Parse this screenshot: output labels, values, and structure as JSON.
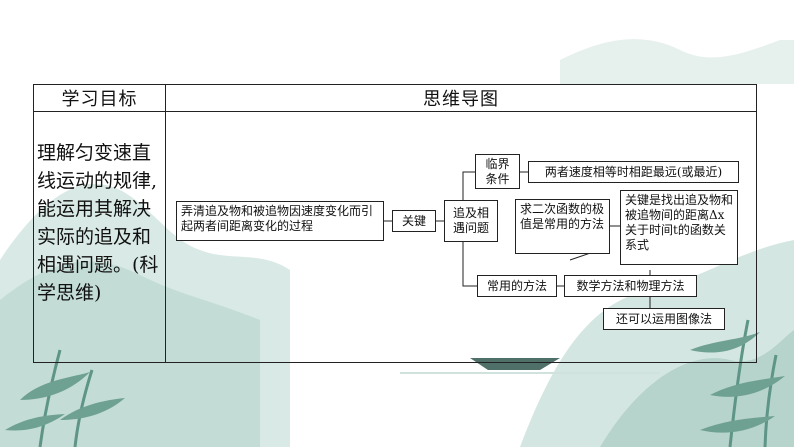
{
  "headers": {
    "goal": "学习目标",
    "mind_map": "思维导图"
  },
  "goal_text": "理解匀变速直线运动的规律,能运用其解决实际的追及和相遇问题。(科学思维)",
  "mind_map": {
    "root": "弄清追及物和被追物因速度变化而引起两者间距离变化的过程",
    "key": "关键",
    "topic": "追及相遇问题",
    "critical": "临界条件",
    "critical_desc": "两者速度相等时相距最远(或最近)",
    "methods": "常用的方法",
    "quadratic": "求二次函数的极值是常用的方法",
    "key_point": "关键是找出追及物和被追物间的距离Δx关于时间t的函数关系式",
    "math_physics": "数学方法和物理方法",
    "graph": "还可以运用图像法"
  },
  "colors": {
    "line": "#222222",
    "mountain": "#bcd6d0",
    "mountain_dark": "#7fb0a6",
    "bamboo": "#4f8a7c"
  }
}
